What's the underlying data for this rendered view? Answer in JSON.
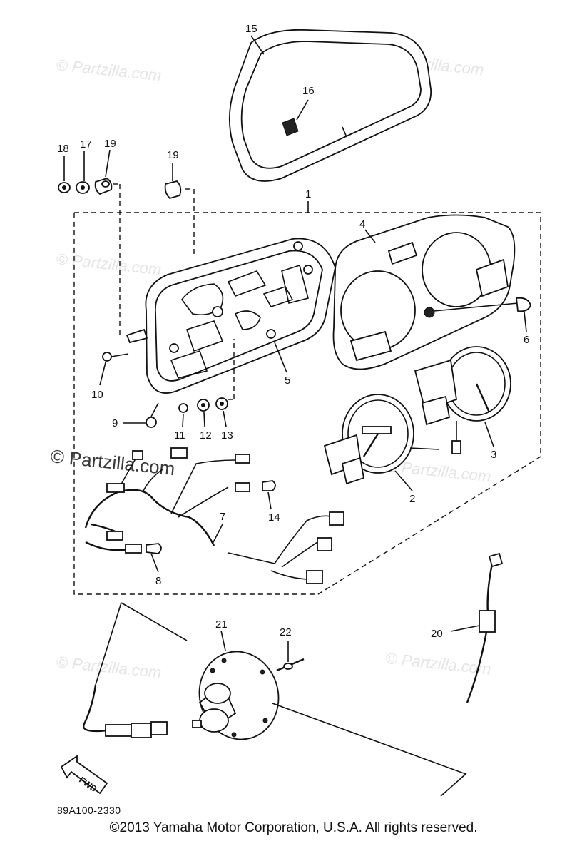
{
  "watermark_text": "© Partzilla.com",
  "watermark_prominent": "© Partzilla.com",
  "callouts": {
    "c1": "1",
    "c2": "2",
    "c3": "3",
    "c4": "4",
    "c5": "5",
    "c6": "6",
    "c7": "7",
    "c8": "8",
    "c9": "9",
    "c10": "10",
    "c11": "11",
    "c12": "12",
    "c13": "13",
    "c14": "14",
    "c15": "15",
    "c16": "16",
    "c17": "17",
    "c18": "18",
    "c19a": "19",
    "c19b": "19",
    "c20": "20",
    "c21": "21",
    "c22": "22"
  },
  "fwd_label": "FWD",
  "diagram_code": "89A100-2330",
  "copyright": "©2013  Yamaha Motor Corporation, U.S.A. All rights reserved."
}
